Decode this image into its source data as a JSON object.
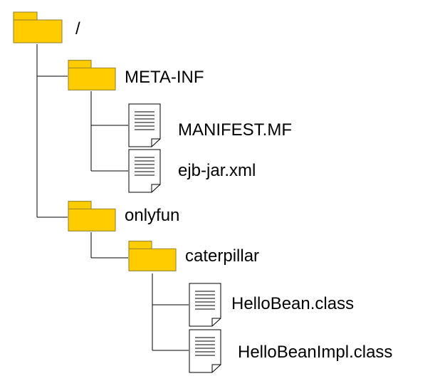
{
  "tree": {
    "root": {
      "label": "/",
      "icon": "folder-icon"
    },
    "meta_inf": {
      "label": "META-INF",
      "icon": "folder-icon"
    },
    "manifest": {
      "label": "MANIFEST.MF",
      "icon": "file-icon"
    },
    "ejb_jar": {
      "label": "ejb-jar.xml",
      "icon": "file-icon"
    },
    "onlyfun": {
      "label": "onlyfun",
      "icon": "folder-icon"
    },
    "caterpillar": {
      "label": "caterpillar",
      "icon": "folder-icon"
    },
    "hello_bean": {
      "label": "HelloBean.class",
      "icon": "file-icon"
    },
    "hello_bean_impl": {
      "label": "HelloBeanImpl.class",
      "icon": "file-icon"
    }
  },
  "colors": {
    "folder_fill": "#FFCC00",
    "folder_stroke": "#8C7A2E",
    "file_fill": "#FFFFFF",
    "line": "#000000"
  }
}
